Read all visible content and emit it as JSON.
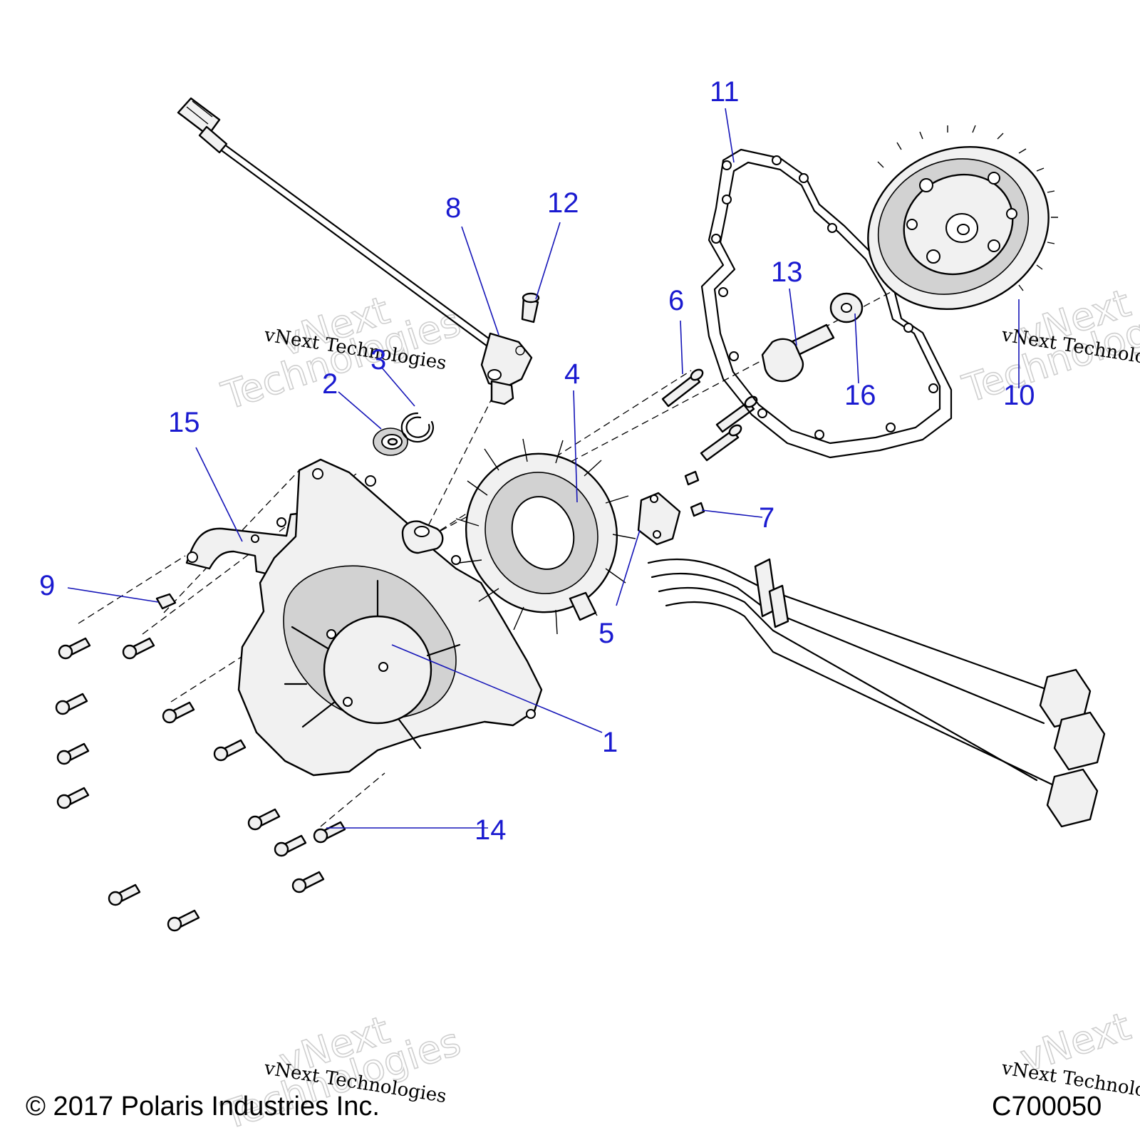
{
  "diagram": {
    "callouts": [
      {
        "id": "1",
        "label": "1"
      },
      {
        "id": "2",
        "label": "2"
      },
      {
        "id": "3",
        "label": "3"
      },
      {
        "id": "4",
        "label": "4"
      },
      {
        "id": "5",
        "label": "5"
      },
      {
        "id": "6",
        "label": "6"
      },
      {
        "id": "7",
        "label": "7"
      },
      {
        "id": "8",
        "label": "8"
      },
      {
        "id": "9",
        "label": "9"
      },
      {
        "id": "10",
        "label": "10"
      },
      {
        "id": "11",
        "label": "11"
      },
      {
        "id": "12",
        "label": "12"
      },
      {
        "id": "13",
        "label": "13"
      },
      {
        "id": "14",
        "label": "14"
      },
      {
        "id": "15",
        "label": "15"
      },
      {
        "id": "16",
        "label": "16"
      }
    ]
  },
  "watermark": {
    "small_text": "vNext Technologies",
    "large_line1": "vNext",
    "large_line2": "Technologies"
  },
  "footer": {
    "copyright": "© 2017 Polaris Industries Inc.",
    "figure_code": "C700050"
  },
  "colors": {
    "callout": "#1a1ad0",
    "leader": "#1515b8",
    "part_fill": "#f1f1f1"
  }
}
